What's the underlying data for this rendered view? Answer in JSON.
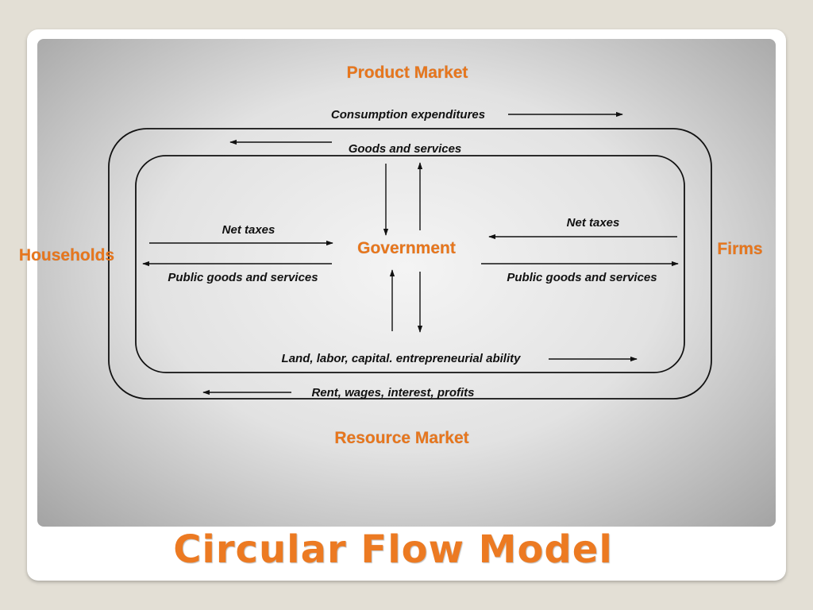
{
  "slide": {
    "title": "Circular Flow Model"
  },
  "diagram": {
    "nodes": {
      "product_market": "Product Market",
      "resource_market": "Resource Market",
      "households": "Households",
      "firms": "Firms",
      "government": "Government"
    },
    "flows": {
      "consumption_expenditures": "Consumption expenditures",
      "goods_and_services": "Goods and services",
      "net_taxes_left": "Net taxes",
      "public_goods_left": "Public goods and services",
      "net_taxes_right": "Net taxes",
      "public_goods_right": "Public goods and services",
      "land_labor_capital": "Land, labor, capital. entrepreneurial ability",
      "rent_wages": "Rent, wages, interest, profits"
    }
  },
  "colors": {
    "accent": "#e8761c",
    "line": "#111111"
  }
}
